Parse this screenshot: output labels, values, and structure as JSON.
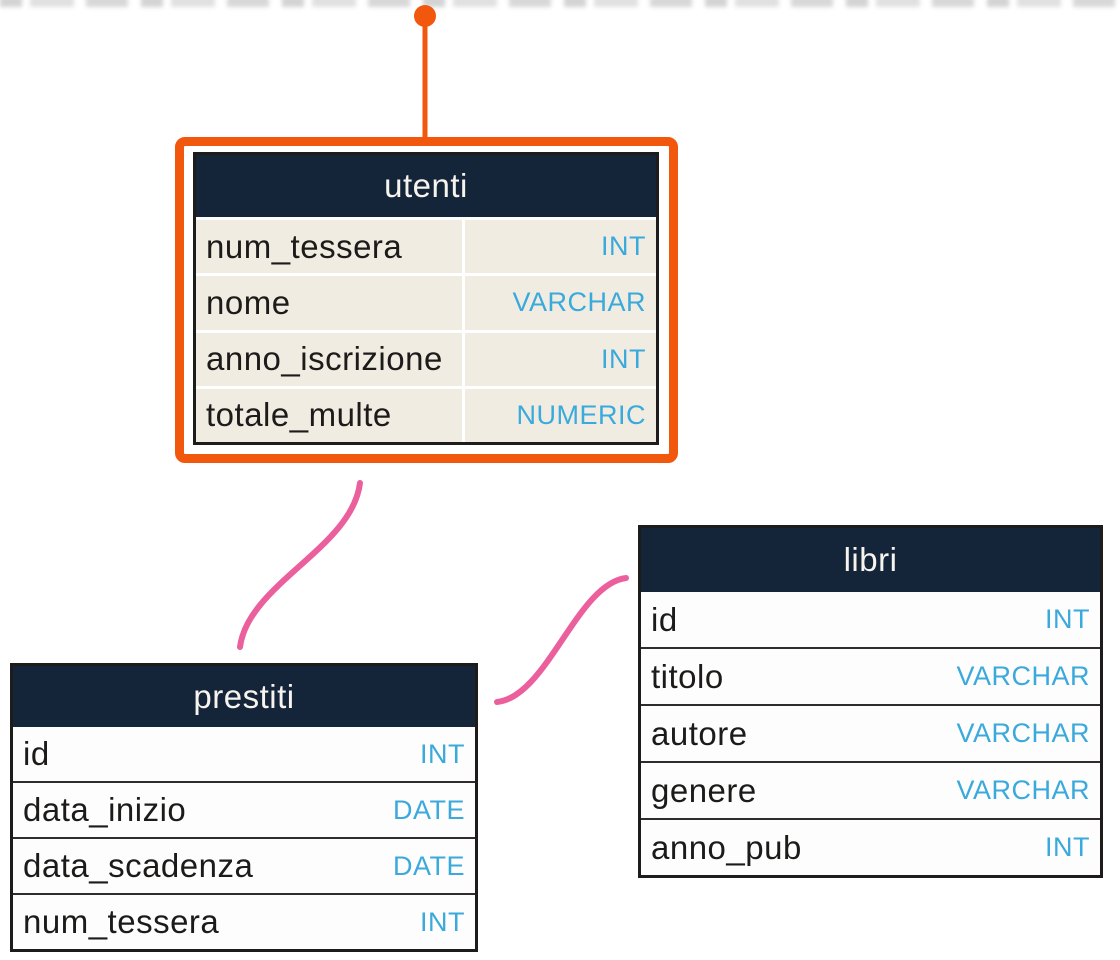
{
  "diagram_type": "entity-relationship",
  "tables": [
    {
      "title": "utenti",
      "highlighted": true,
      "columns": [
        {
          "name": "num_tessera",
          "type": "INT"
        },
        {
          "name": "nome",
          "type": "VARCHAR"
        },
        {
          "name": "anno_iscrizione",
          "type": "INT"
        },
        {
          "name": "totale_multe",
          "type": "NUMERIC"
        }
      ]
    },
    {
      "title": "prestiti",
      "highlighted": false,
      "columns": [
        {
          "name": "id",
          "type": "INT"
        },
        {
          "name": "data_inizio",
          "type": "DATE"
        },
        {
          "name": "data_scadenza",
          "type": "DATE"
        },
        {
          "name": "num_tessera",
          "type": "INT"
        }
      ]
    },
    {
      "title": "libri",
      "highlighted": false,
      "columns": [
        {
          "name": "id",
          "type": "INT"
        },
        {
          "name": "titolo",
          "type": "VARCHAR"
        },
        {
          "name": "autore",
          "type": "VARCHAR"
        },
        {
          "name": "genere",
          "type": "VARCHAR"
        },
        {
          "name": "anno_pub",
          "type": "INT"
        }
      ]
    }
  ],
  "relationships": [
    {
      "from": "utenti",
      "to": "prestiti"
    },
    {
      "from": "prestiti",
      "to": "libri"
    }
  ],
  "selection": {
    "table": "utenti"
  },
  "colors": {
    "header_bg": "#14253a",
    "header_text": "#f7f4ee",
    "name_text": "#1c1b1a",
    "type_text": "#3aa9dc",
    "row_bg": "#fdfdfd",
    "highlight_row_bg": "#f0ece2",
    "highlight_border": "#f2570e",
    "connector": "#ec5f9d",
    "table_border": "#1d1c1b",
    "row_separator": "#2e2d2c"
  }
}
